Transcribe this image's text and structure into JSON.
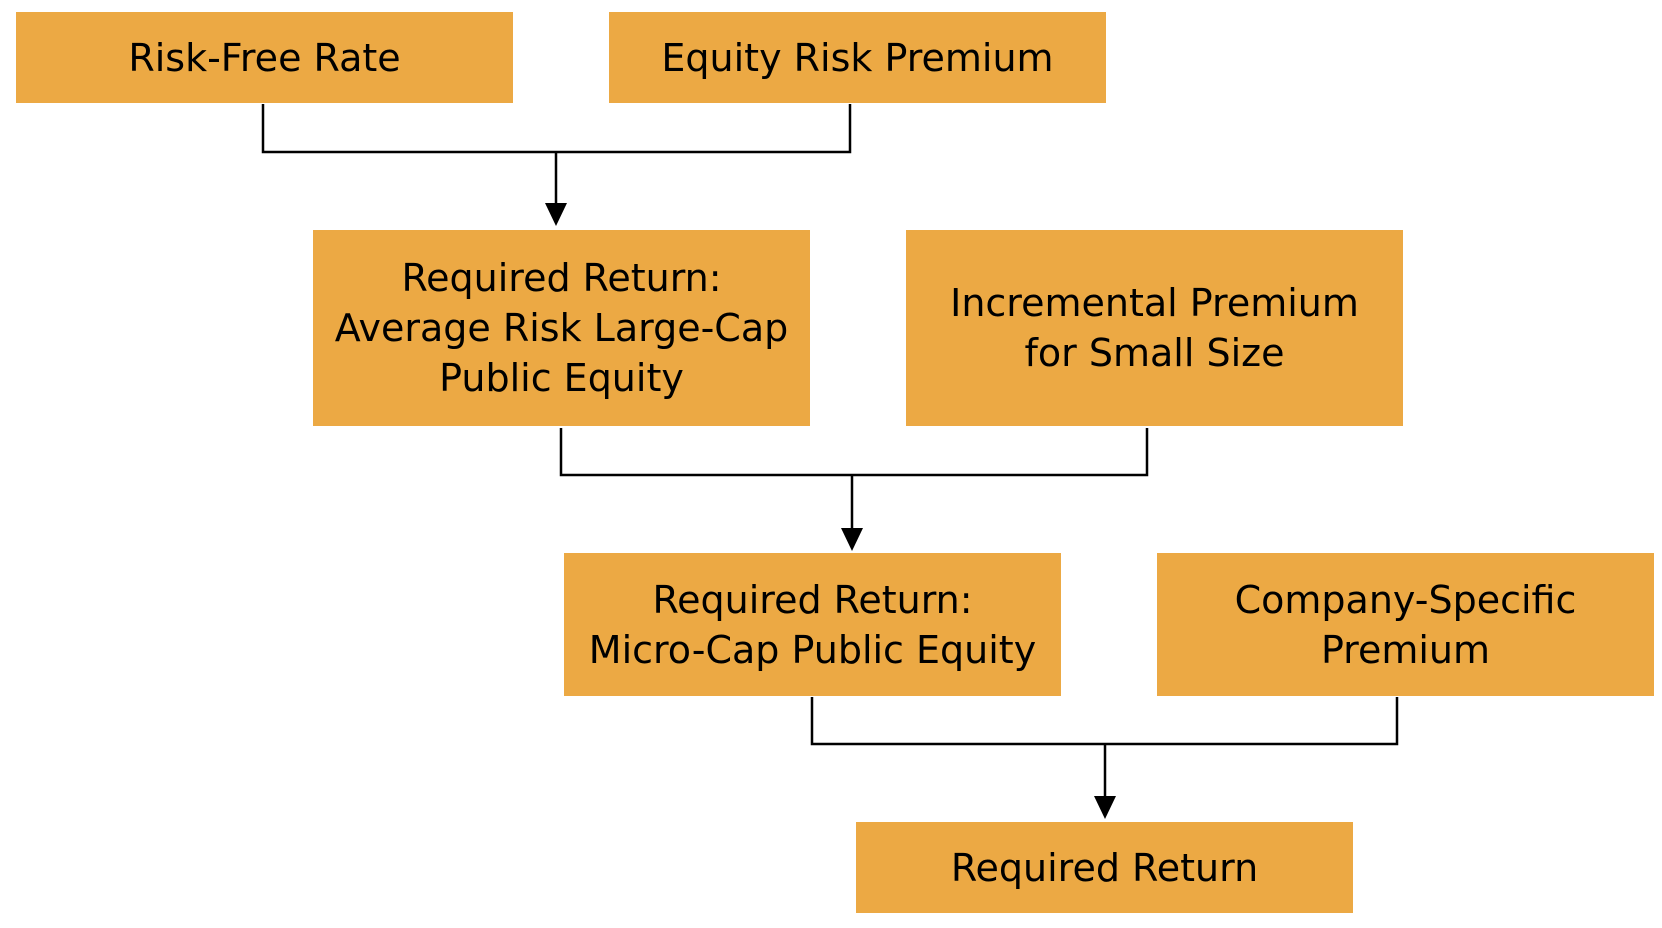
{
  "diagram": {
    "box_color": "#ECA944",
    "line_color": "#000000",
    "boxes": {
      "risk_free_rate": [
        "Risk-Free Rate"
      ],
      "equity_risk_premium": [
        "Equity Risk Premium"
      ],
      "required_return_large_cap": [
        "Required Return:",
        "Average Risk Large-Cap",
        "Public Equity"
      ],
      "incremental_premium_small_size": [
        "Incremental Premium",
        "for Small Size"
      ],
      "required_return_micro_cap": [
        "Required Return:",
        "Micro-Cap Public Equity"
      ],
      "company_specific_premium": [
        "Company-Specific",
        "Premium"
      ],
      "required_return": [
        "Required Return"
      ]
    }
  }
}
